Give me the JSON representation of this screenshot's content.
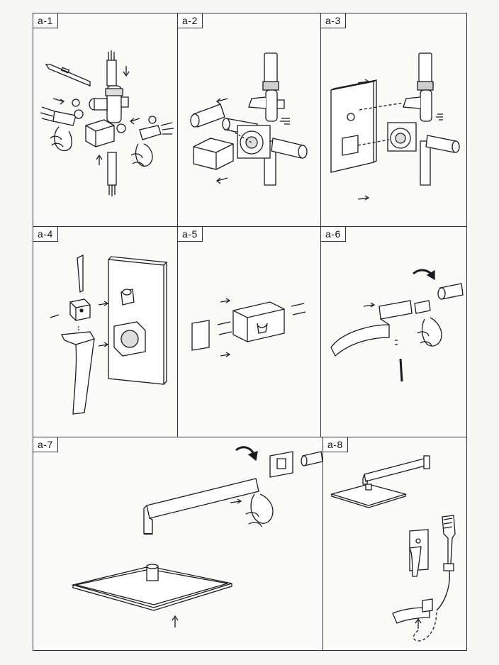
{
  "steps": [
    {
      "label": "a-1"
    },
    {
      "label": "a-2"
    },
    {
      "label": "a-3"
    },
    {
      "label": "a-4"
    },
    {
      "label": "a-5"
    },
    {
      "label": "a-6"
    },
    {
      "label": "a-7"
    },
    {
      "label": "a-8"
    }
  ],
  "colors": {
    "line": "#1a1a1a",
    "paper": "#fbfbfa",
    "shade": "#cfcfcf"
  }
}
